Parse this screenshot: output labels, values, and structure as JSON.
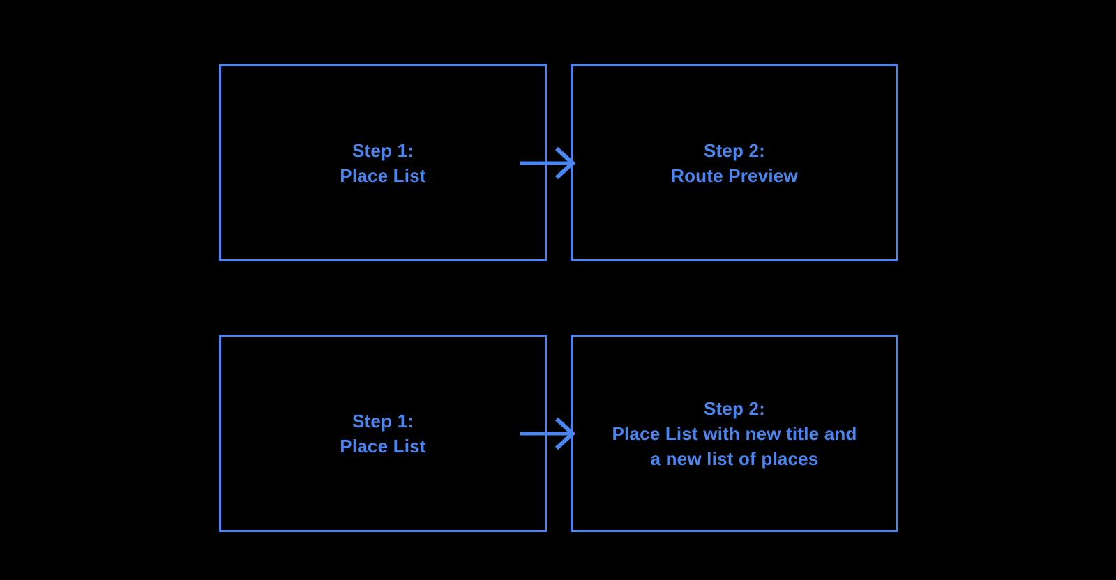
{
  "colors": {
    "accent": "#4a86f2",
    "background": "#000000"
  },
  "diagram": {
    "boxes": [
      {
        "lines": [
          "Step 1:",
          "Place List"
        ]
      },
      {
        "lines": [
          "Step 2:",
          "Route Preview"
        ]
      },
      {
        "lines": [
          "Step 1:",
          "Place List"
        ]
      },
      {
        "lines": [
          "Step 2:",
          "Place List with new title and",
          "a new list of places"
        ]
      }
    ],
    "arrows": [
      {
        "direction": "right"
      },
      {
        "direction": "right"
      }
    ]
  }
}
